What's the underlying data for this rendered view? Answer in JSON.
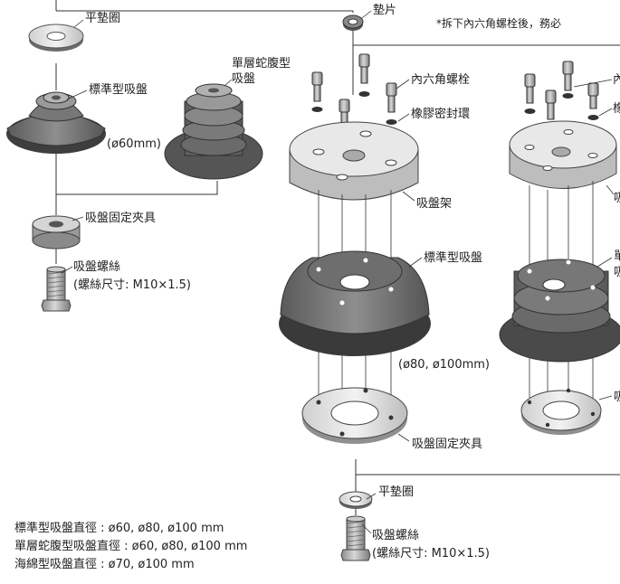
{
  "labels": {
    "flat_washer": "平墊圈",
    "shim": "墊片",
    "note": "*拆下內六角螺栓後，務必",
    "standard_cup": "標準型吸盤",
    "bellows_cup_line1": "單層蛇腹型",
    "bellows_cup_line2": "吸盤",
    "size_small": "(ø60mm)",
    "hex_bolt": "內六角螺栓",
    "rubber_seal": "橡膠密封環",
    "cup_holder": "吸盤架",
    "standard_cup_right": "標準型吸盤",
    "size_large": "(ø80, ø100mm)",
    "cup_clamp_left": "吸盤固定夾具",
    "cup_screw_left": "吸盤螺絲",
    "screw_size_left": "(螺絲尺寸: M10×1.5)",
    "cup_clamp_center": "吸盤固定夾具",
    "flat_washer_bottom": "平墊圈",
    "cup_screw_bottom": "吸盤螺絲",
    "screw_size_bottom": "(螺絲尺寸: M10×1.5)",
    "cut_hex": "內",
    "cut_rubber": "橡",
    "cut_holder": "吸",
    "cut_cup1": "單",
    "cut_cup2": "吸",
    "cut_clamp": "吸"
  },
  "legend": [
    "標準型吸盤直徑 : ø60, ø80, ø100 mm",
    "單層蛇腹型吸盤直徑 : ø60, ø80, ø100 mm",
    "海綿型吸盤直徑 : ø70, ø100 mm"
  ]
}
